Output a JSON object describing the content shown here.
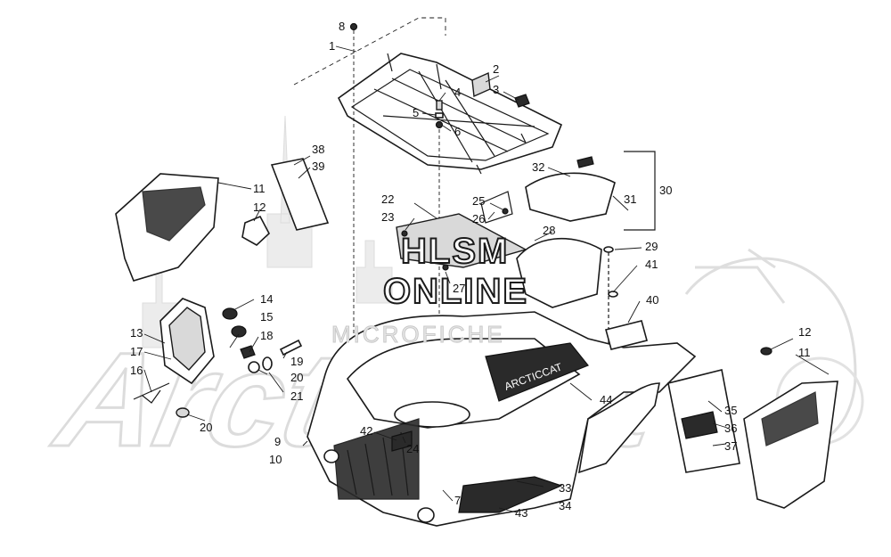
{
  "watermark": {
    "line1": "HLSM",
    "line2": "ONLINE",
    "line3": "MICROFICHE"
  },
  "background_logo": "ArcticCat",
  "part_decal_text": "ARCTICCAT",
  "callouts": [
    {
      "id": "c1",
      "label": "1"
    },
    {
      "id": "c2",
      "label": "2"
    },
    {
      "id": "c3",
      "label": "3"
    },
    {
      "id": "c4",
      "label": "4"
    },
    {
      "id": "c5",
      "label": "5"
    },
    {
      "id": "c6",
      "label": "6"
    },
    {
      "id": "c7",
      "label": "7"
    },
    {
      "id": "c8",
      "label": "8"
    },
    {
      "id": "c9",
      "label": "9"
    },
    {
      "id": "c10",
      "label": "10"
    },
    {
      "id": "c11a",
      "label": "11"
    },
    {
      "id": "c11b",
      "label": "11"
    },
    {
      "id": "c12a",
      "label": "12"
    },
    {
      "id": "c12b",
      "label": "12"
    },
    {
      "id": "c13",
      "label": "13"
    },
    {
      "id": "c14",
      "label": "14"
    },
    {
      "id": "c15",
      "label": "15"
    },
    {
      "id": "c16",
      "label": "16"
    },
    {
      "id": "c17",
      "label": "17"
    },
    {
      "id": "c18",
      "label": "18"
    },
    {
      "id": "c19",
      "label": "19"
    },
    {
      "id": "c20a",
      "label": "20"
    },
    {
      "id": "c20b",
      "label": "20"
    },
    {
      "id": "c21",
      "label": "21"
    },
    {
      "id": "c22",
      "label": "22"
    },
    {
      "id": "c23",
      "label": "23"
    },
    {
      "id": "c24",
      "label": "24"
    },
    {
      "id": "c25",
      "label": "25"
    },
    {
      "id": "c26",
      "label": "26"
    },
    {
      "id": "c27",
      "label": "27"
    },
    {
      "id": "c28",
      "label": "28"
    },
    {
      "id": "c29",
      "label": "29"
    },
    {
      "id": "c30",
      "label": "30"
    },
    {
      "id": "c31",
      "label": "31"
    },
    {
      "id": "c32",
      "label": "32"
    },
    {
      "id": "c33",
      "label": "33"
    },
    {
      "id": "c34",
      "label": "34"
    },
    {
      "id": "c35",
      "label": "35"
    },
    {
      "id": "c36",
      "label": "36"
    },
    {
      "id": "c37",
      "label": "37"
    },
    {
      "id": "c38",
      "label": "38"
    },
    {
      "id": "c39",
      "label": "39"
    },
    {
      "id": "c40",
      "label": "40"
    },
    {
      "id": "c41",
      "label": "41"
    },
    {
      "id": "c42",
      "label": "42"
    },
    {
      "id": "c43",
      "label": "43"
    },
    {
      "id": "c44",
      "label": "44"
    }
  ]
}
